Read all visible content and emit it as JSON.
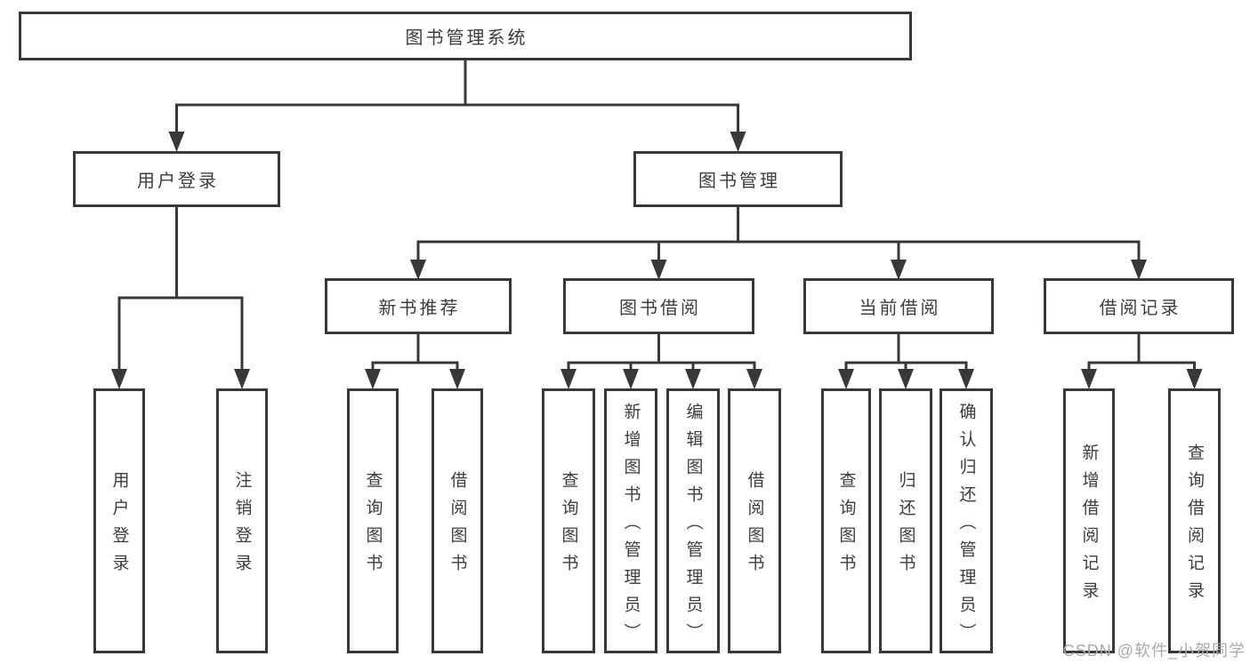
{
  "diagram": {
    "title": "图书管理系统",
    "root": {
      "label": "图书管理系统"
    },
    "level2": [
      {
        "id": "user-login",
        "label": "用户登录"
      },
      {
        "id": "book-management",
        "label": "图书管理"
      }
    ],
    "level3": [
      {
        "id": "new-book-recommend",
        "label": "新书推荐"
      },
      {
        "id": "book-borrowing",
        "label": "图书借阅"
      },
      {
        "id": "current-borrowing",
        "label": "当前借阅"
      },
      {
        "id": "borrowing-records",
        "label": "借阅记录"
      }
    ],
    "level4": {
      "user_login": [
        {
          "label": "用户登录"
        },
        {
          "label": "注销登录"
        }
      ],
      "new_book_recommend": [
        {
          "label": "查询图书"
        },
        {
          "label": "借阅图书"
        }
      ],
      "book_borrowing": [
        {
          "label": "查询图书"
        },
        {
          "label": "新增图书（管理员）"
        },
        {
          "label": "编辑图书（管理员）"
        },
        {
          "label": "借阅图书"
        }
      ],
      "current_borrowing": [
        {
          "label": "查询图书"
        },
        {
          "label": "归还图书"
        },
        {
          "label": "确认归还（管理员）"
        }
      ],
      "borrowing_records": [
        {
          "label": "新增借阅记录"
        },
        {
          "label": "查询借阅记录"
        }
      ]
    }
  },
  "watermark": {
    "text": "CSDN @软件_小贺同学"
  },
  "colors": {
    "line": "#383838",
    "box_border": "#383838",
    "box_fill": "#ffffff",
    "text": "#3d3d3d",
    "watermark": "#a9a9a9",
    "background": "#ffffff"
  }
}
